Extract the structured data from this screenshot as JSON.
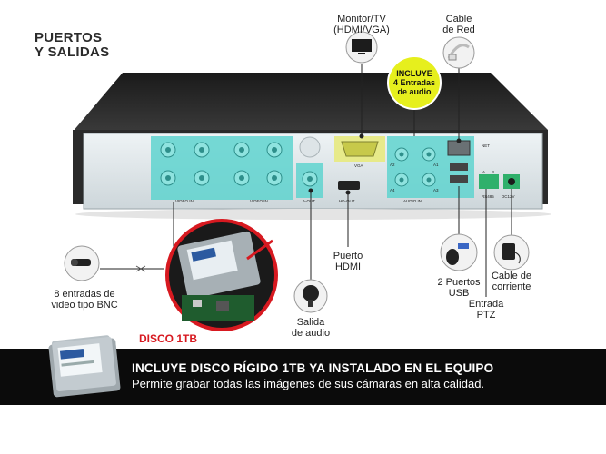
{
  "title": "PUERTOS\nY SALIDAS",
  "callouts": {
    "monitor": "Monitor/TV\n(HDMI/VGA)",
    "network": "Cable\nde Red",
    "badge": "INCLUYE\n4 Entradas\nde audio",
    "bnc": "8 entradas de\nvideo tipo BNC",
    "hdmi": "Puerto\nHDMI",
    "audio_out": "Salida\nde audio",
    "usb": "2 Puertos\nUSB",
    "power": "Cable de\ncorriente",
    "ptz": "Entrada\nPTZ",
    "disk": "DISCO 1TB"
  },
  "panel_labels": {
    "video_in_1": "VIDEO IN",
    "video_in_2": "VIDEO IN",
    "a_out": "A-OUT",
    "hd_out": "HD-OUT",
    "vga": "VGA",
    "audio_in": "AUDIO IN",
    "net": "NET",
    "rs485": "RS485",
    "dc12v": "DC12V",
    "a": "A",
    "b": "B",
    "a1": "A1",
    "a2": "A2",
    "a3": "A3",
    "a4": "A4"
  },
  "banner": {
    "title": "INCLUYE DISCO RÍGIDO 1TB YA INSTALADO EN EL EQUIPO",
    "subtitle": "Permite grabar todas las imágenes de sus cámaras en alta calidad."
  },
  "colors": {
    "teal": "#5fd3cf",
    "disk_label": "#d71920",
    "badge": "#e6ef1d",
    "banner": "#0b0b0b"
  }
}
